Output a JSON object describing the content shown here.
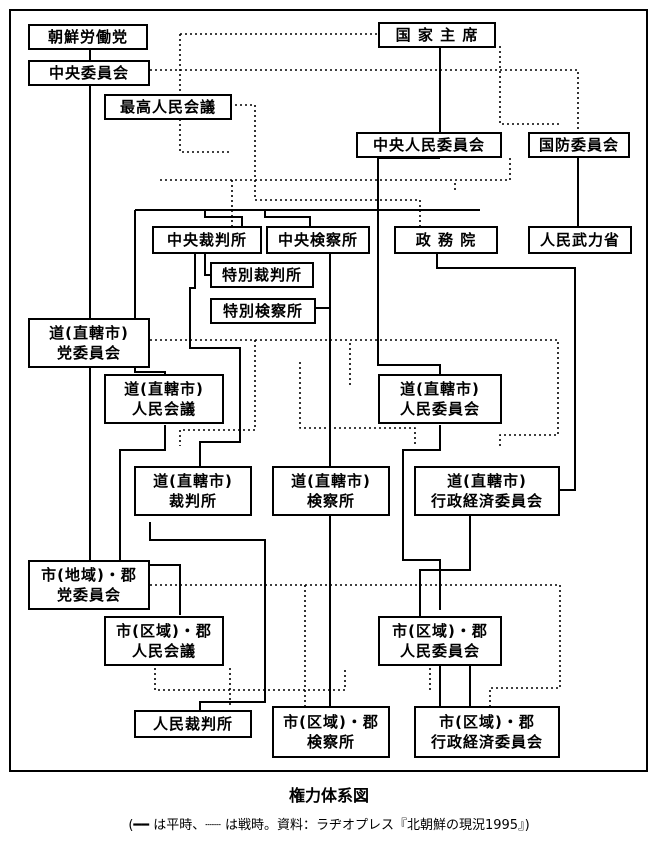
{
  "nodes": {
    "party": "朝鮮労働党",
    "central_committee": "中央委員会",
    "president": "国 家 主 席",
    "spa": "最高人民会議",
    "central_peoples_committee": "中央人民委員会",
    "defense_commission": "国防委員会",
    "central_court": "中央裁判所",
    "central_procurator": "中央検察所",
    "administration_council": "政 務 院",
    "armed_forces": "人民武力省",
    "special_court": "特別裁判所",
    "special_procurator": "特別検察所",
    "prov_party": "道(直轄市)\n党委員会",
    "prov_assembly": "道(直轄市)\n人民会議",
    "prov_committee": "道(直轄市)\n人民委員会",
    "prov_court": "道(直轄市)\n裁判所",
    "prov_procurator": "道(直轄市)\n検察所",
    "prov_admin": "道(直轄市)\n行政経済委員会",
    "city_party": "市(地域)・郡\n党委員会",
    "city_assembly": "市(区域)・郡\n人民会議",
    "city_committee": "市(区域)・郡\n人民委員会",
    "peoples_court": "人民裁判所",
    "city_procurator": "市(区域)・郡\n検察所",
    "city_admin": "市(区域)・郡\n行政経済委員会"
  },
  "caption": {
    "title": "権力体系図",
    "note": "(━━ は平時、┈┈ は戦時。資料：ラヂオプレス『北朝鮮の現況1995』)"
  }
}
